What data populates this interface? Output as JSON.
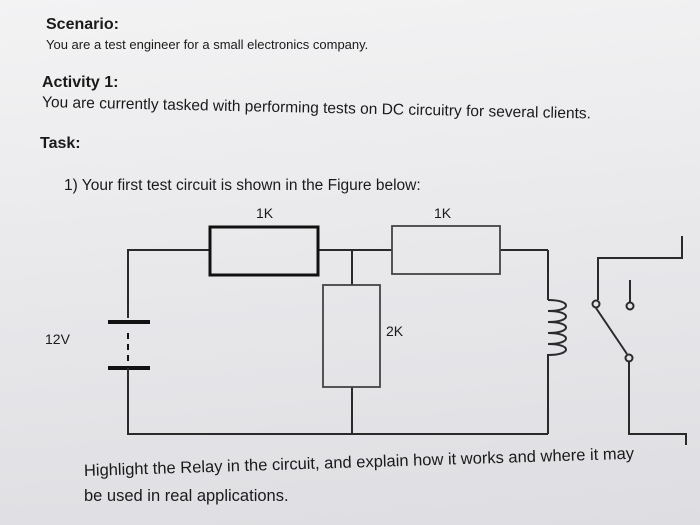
{
  "scenario": {
    "heading": "Scenario:",
    "text": "You are a test engineer for a small electronics company."
  },
  "activity": {
    "heading": "Activity 1:",
    "text": "You are currently tasked with performing tests on DC circuitry for several clients."
  },
  "task": {
    "heading": "Task:",
    "item_1": "1)  Your first test circuit is shown in the Figure below:"
  },
  "circuit": {
    "resistor_1_label": "1K",
    "resistor_2_label": "1K",
    "resistor_3_label": "2K",
    "battery_label": "12V"
  },
  "question": {
    "line_1": "Highlight the Relay in the circuit, and explain how it works and where it may",
    "line_2": "be used in real applications."
  }
}
